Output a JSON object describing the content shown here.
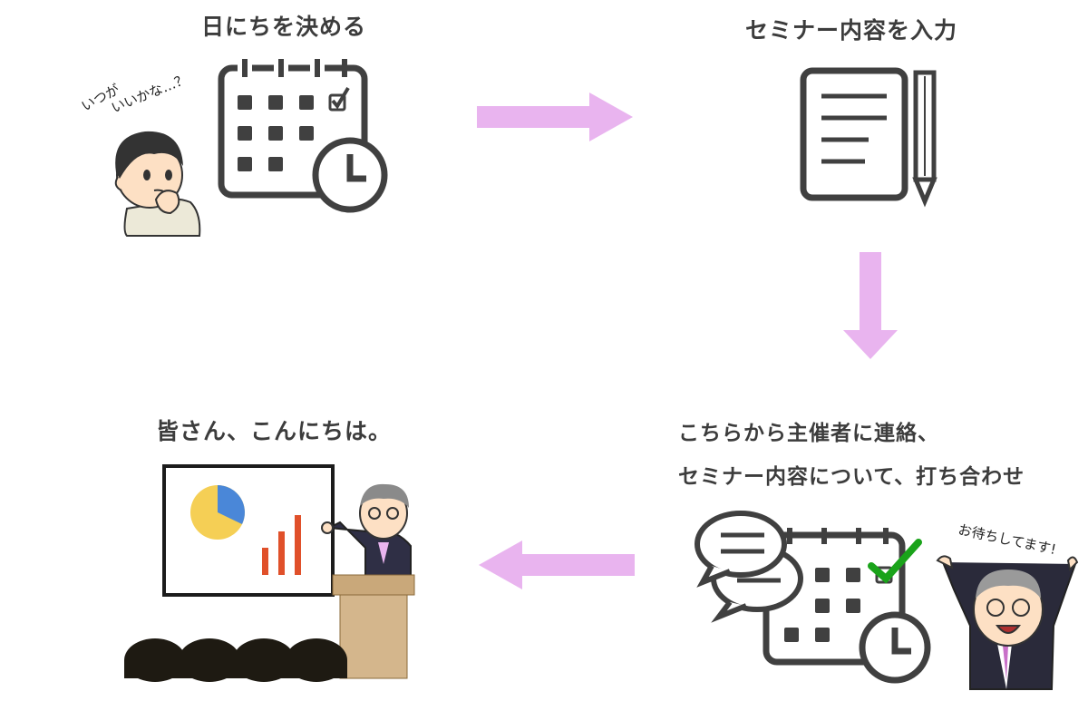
{
  "steps": {
    "step1": {
      "title": "日にちを決める",
      "thought": [
        "いつが",
        "いいかな…？"
      ]
    },
    "step2": {
      "title": "セミナー内容を入力"
    },
    "step3": {
      "title_lines": [
        "こちらから主催者に連絡、",
        "セミナー内容について、打ち合わせ"
      ],
      "speech": "お待ちしてます!"
    },
    "step4": {
      "title": "皆さん、こんにちは。"
    }
  },
  "colors": {
    "arrow": "#e9b4ef",
    "icon": "#404040",
    "check_green": "#1aa31a",
    "pie_yellow": "#f5cf55",
    "pie_blue": "#4a87d8",
    "bar_red": "#e0502a",
    "podium": "#c9a87a"
  },
  "flow": [
    "step1",
    "step2",
    "step3",
    "step4"
  ],
  "icons": [
    "calendar-icon",
    "clock-icon",
    "checkbox-icon",
    "notebook-icon",
    "pencil-icon",
    "speech-bubble-icon",
    "checkmark-icon",
    "pie-chart-icon",
    "bar-chart-icon"
  ]
}
